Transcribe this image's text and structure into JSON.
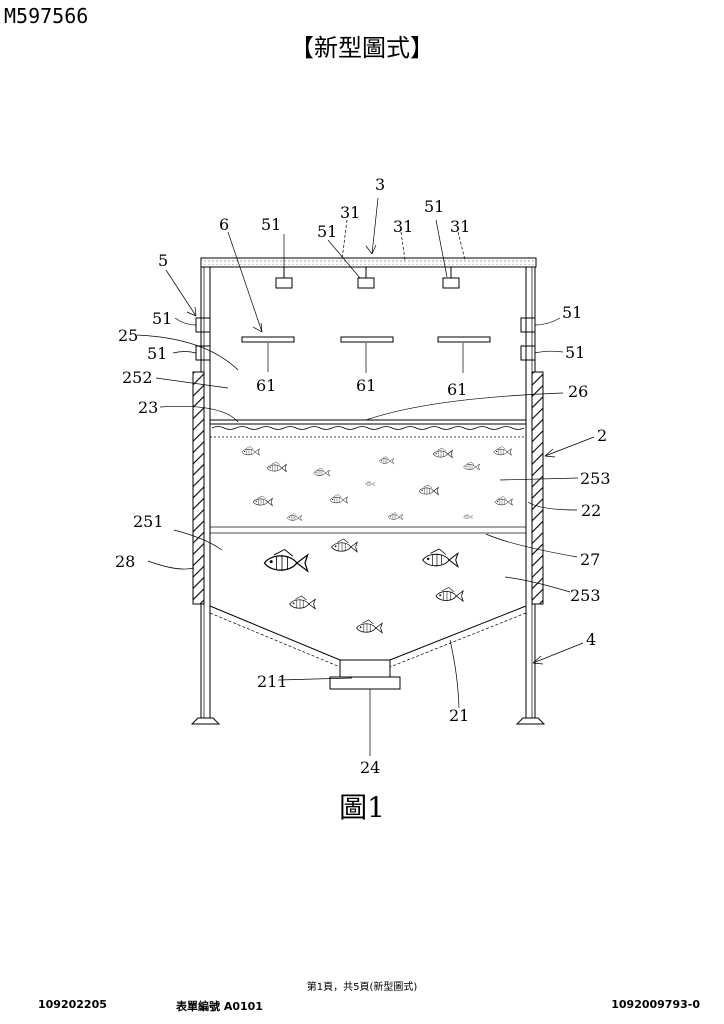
{
  "document": {
    "number": "M597566",
    "heading": "【新型圖式】",
    "caption": "圖1",
    "footer_page": "第1頁，共5頁(新型圖式)",
    "footer_left": "109202205",
    "footer_center": "表單編號 A0101",
    "footer_right": "1092009793-0"
  },
  "labels": {
    "l3": "3",
    "l31a": "31",
    "l31b": "31",
    "l31c": "31",
    "l6": "6",
    "l51top1": "51",
    "l51top2": "51",
    "l51top3": "51",
    "l5": "5",
    "l51left1": "51",
    "l51left2": "51",
    "l51right1": "51",
    "l51right2": "51",
    "l25": "25",
    "l252": "252",
    "l23": "23",
    "l61a": "61",
    "l61b": "61",
    "l61c": "61",
    "l26": "26",
    "l2": "2",
    "l253a": "253",
    "l22": "22",
    "l251": "251",
    "l27": "27",
    "l28": "28",
    "l253b": "253",
    "l4": "4",
    "l211": "211",
    "l21": "21",
    "l24": "24"
  }
}
